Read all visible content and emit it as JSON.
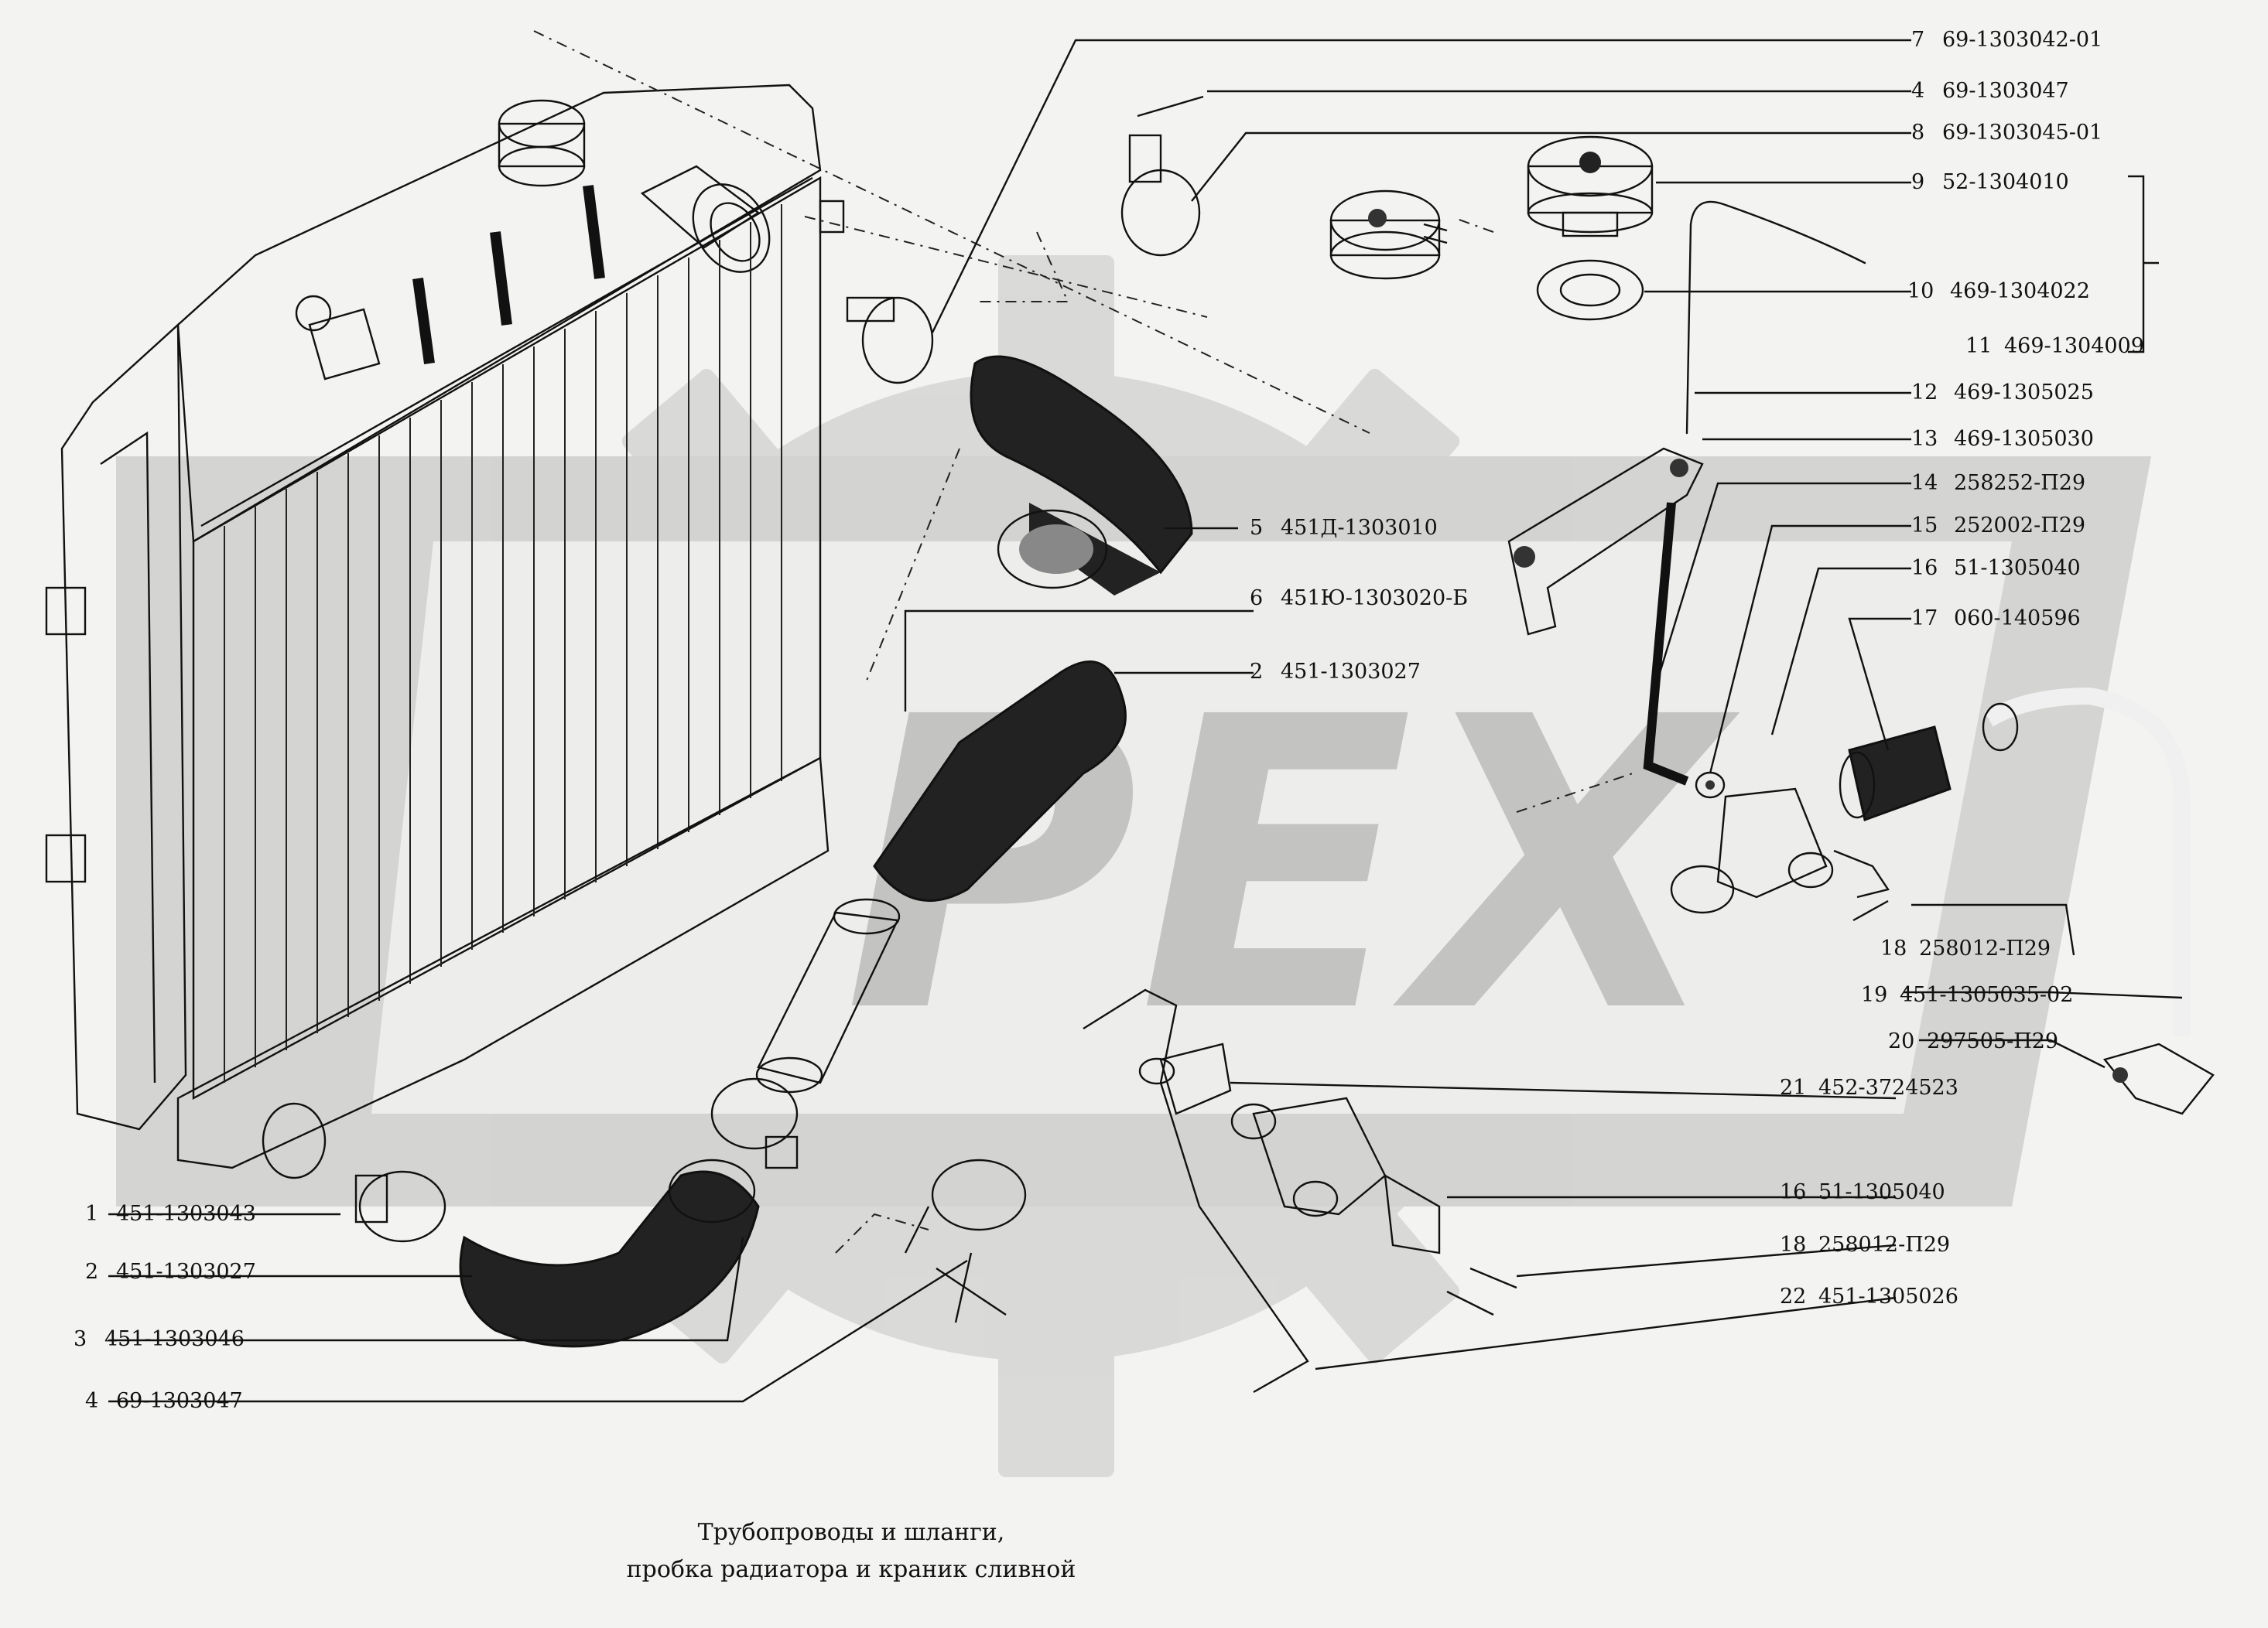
{
  "caption": {
    "line1": "Трубопроводы и шланги,",
    "line2": "пробка радиатора и краник сливной"
  },
  "watermark": "PEX",
  "callouts": [
    {
      "num": "7",
      "part": "69-1303042-01"
    },
    {
      "num": "4",
      "part": "69-1303047"
    },
    {
      "num": "8",
      "part": "69-1303045-01"
    },
    {
      "num": "9",
      "part": "52-1304010"
    },
    {
      "num": "10",
      "part": "469-1304022"
    },
    {
      "num": "11",
      "part": "469-1304009"
    },
    {
      "num": "12",
      "part": "469-1305025"
    },
    {
      "num": "13",
      "part": "469-1305030"
    },
    {
      "num": "14",
      "part": "258252-П29"
    },
    {
      "num": "15",
      "part": "252002-П29"
    },
    {
      "num": "16",
      "part": "51-1305040"
    },
    {
      "num": "17",
      "part": "060-140596"
    },
    {
      "num": "5",
      "part": "451Д-1303010"
    },
    {
      "num": "6",
      "part": "451Ю-1303020-Б"
    },
    {
      "num": "2",
      "part": "451-1303027"
    },
    {
      "num": "18",
      "part": "258012-П29"
    },
    {
      "num": "19",
      "part": "451-1305035-02"
    },
    {
      "num": "20",
      "part": "297505-П29"
    },
    {
      "num": "21",
      "part": "452-3724523"
    },
    {
      "num": "16",
      "part": "51-1305040"
    },
    {
      "num": "18",
      "part": "258012-П29"
    },
    {
      "num": "22",
      "part": "451-1305026"
    },
    {
      "num": "1",
      "part": "451-1303043"
    },
    {
      "num": "2",
      "part": "451-1303027"
    },
    {
      "num": "3",
      "part": "451-1303046"
    },
    {
      "num": "4",
      "part": "69-1303047"
    }
  ]
}
